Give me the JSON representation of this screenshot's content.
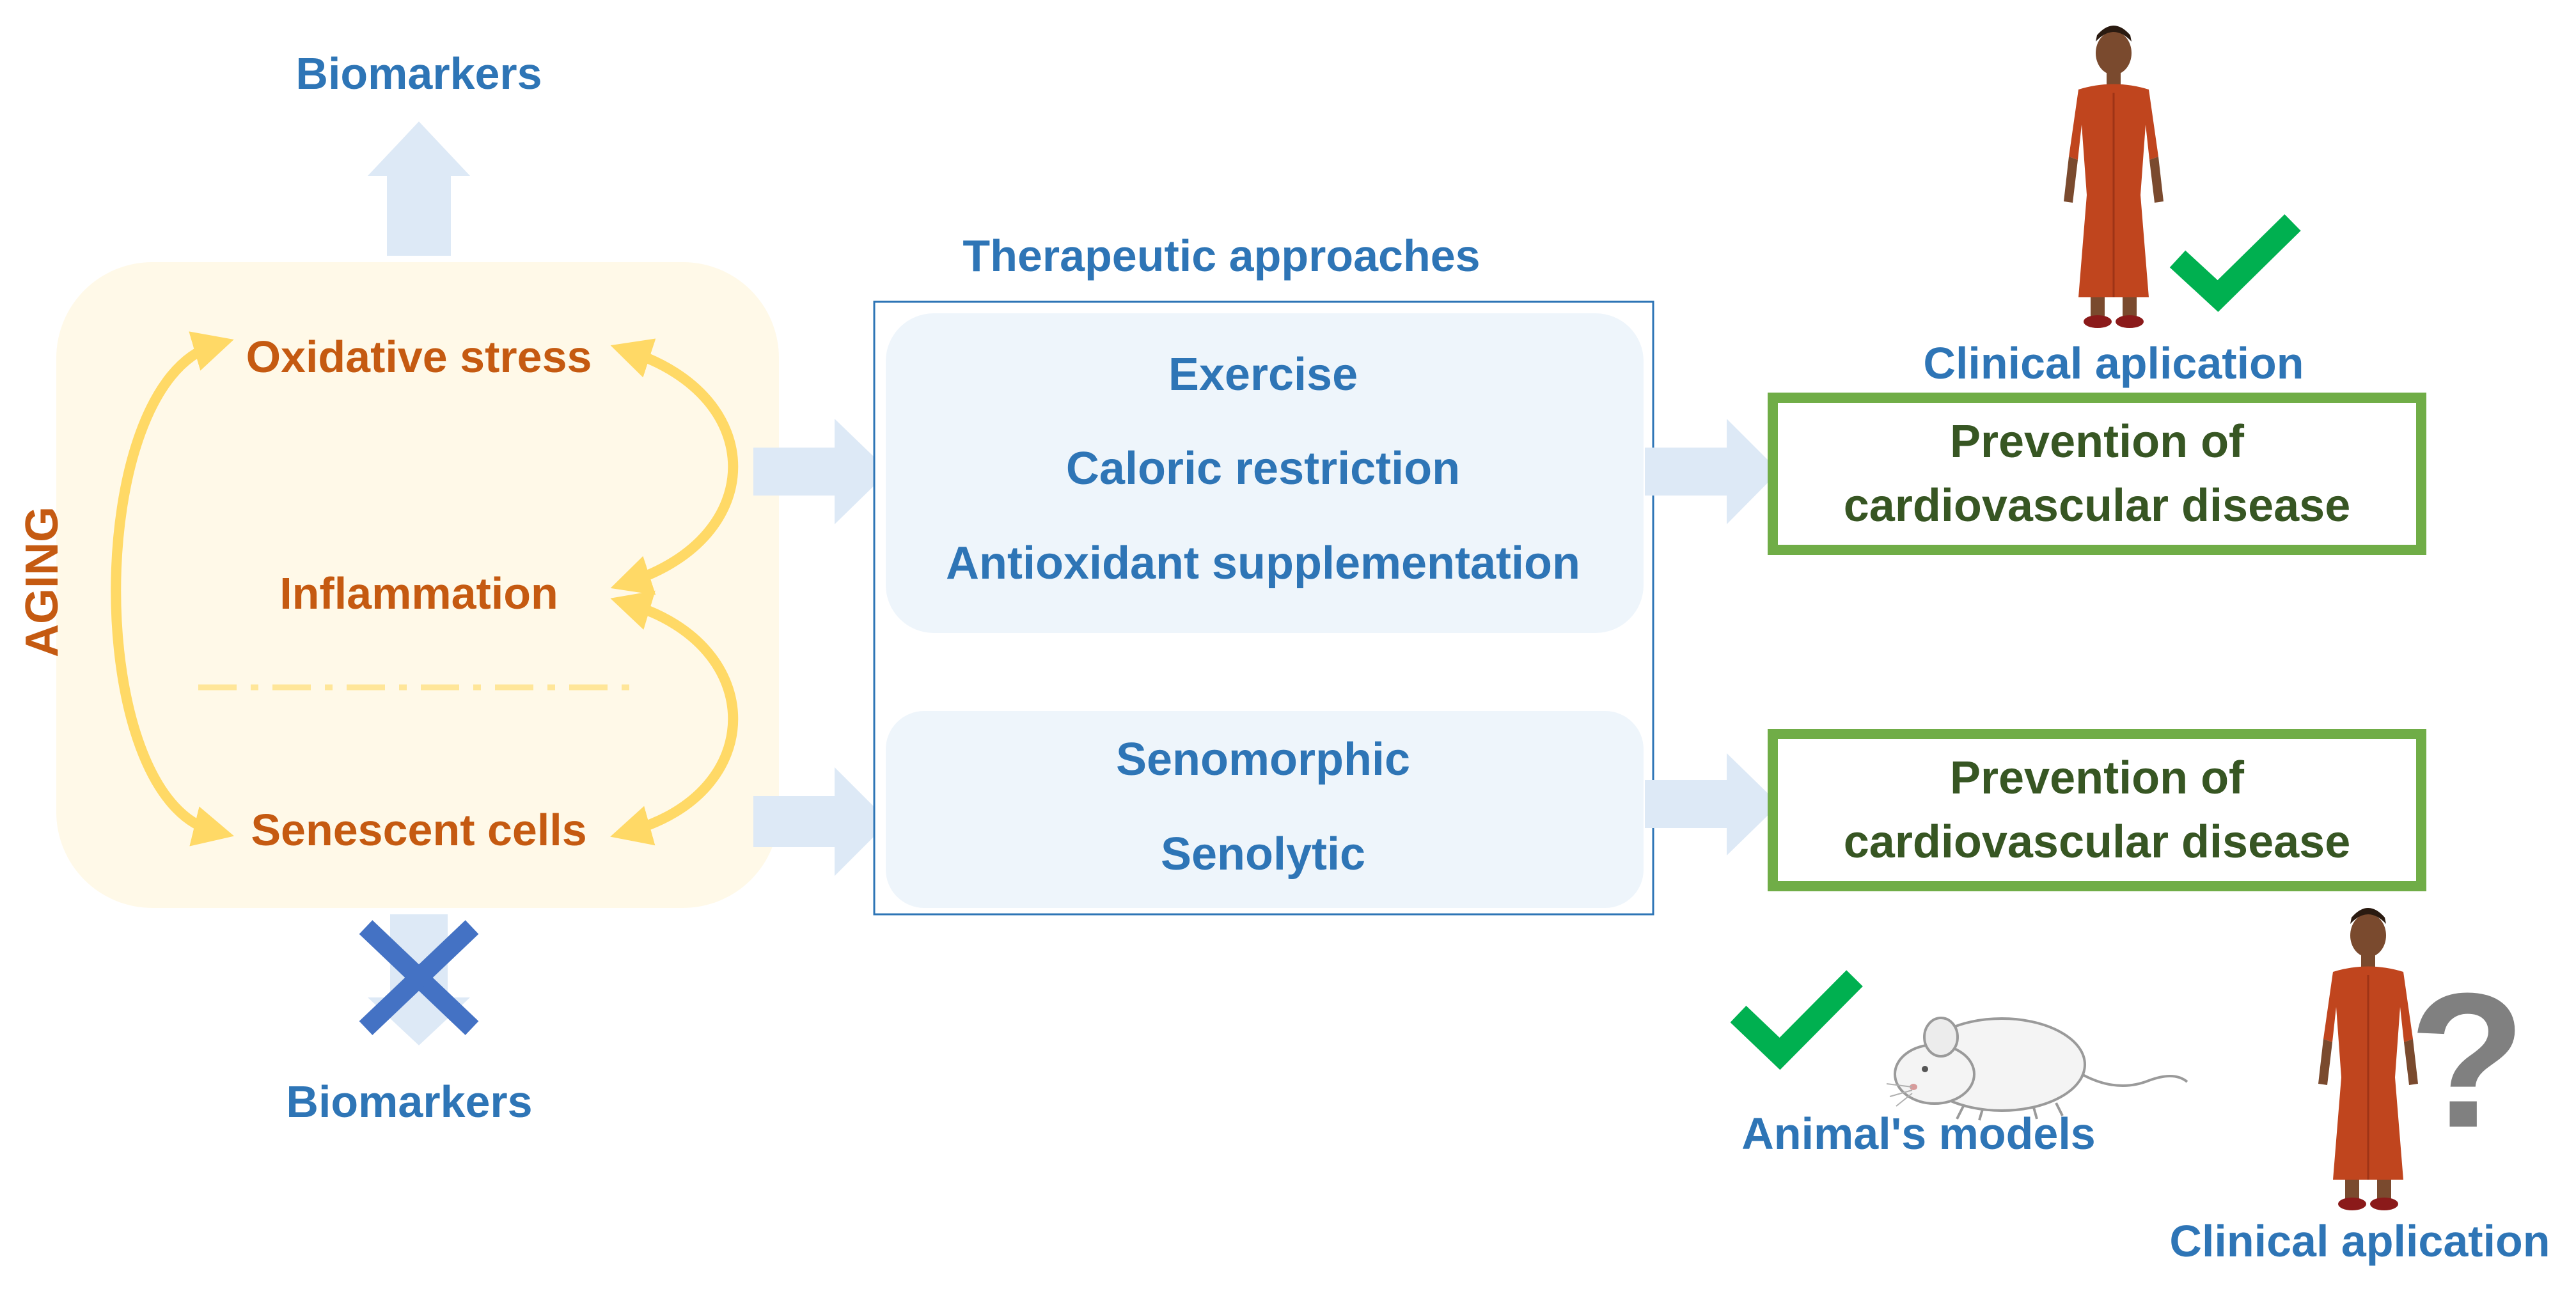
{
  "aging_panel": {
    "side_label": "AGING",
    "items": [
      "Oxidative stress",
      "Inflammation",
      "Senescent cells"
    ],
    "top_output": "Biomarkers",
    "bottom_output": "Biomarkers"
  },
  "therapeutic": {
    "title": "Therapeutic approaches",
    "group_1": [
      "Exercise",
      "Caloric restriction",
      "Antioxidant supplementation"
    ],
    "group_2": [
      "Senomorphic",
      "Senolytic"
    ]
  },
  "outcomes": {
    "upper": {
      "line1": "Prevention of",
      "line2": "cardiovascular disease",
      "caption": "Clinical aplication",
      "status": "check"
    },
    "lower": {
      "line1": "Prevention of",
      "line2": "cardiovascular disease",
      "animal_caption": "Animal's models",
      "clinical_caption": "Clinical aplication",
      "animal_status": "check",
      "clinical_status": "?"
    }
  },
  "icons": {
    "check": "check-icon",
    "cross": "cross-icon",
    "question": "question-mark-icon",
    "person": "person-icon",
    "mouse": "mouse-icon"
  },
  "colors": {
    "blue_text": "#2e75b6",
    "orange_text": "#c55a11",
    "green_text": "#375623",
    "green_border": "#70ad47",
    "check_green": "#00b050",
    "cross_blue": "#4472c4",
    "arrow_fill": "#dde9f6",
    "aging_bg": "#fff9e8",
    "cycle_arrow": "#ffd966",
    "therapy_bg": "#eef5fb",
    "person_dress": "#c0451e",
    "question_gray": "#808080"
  }
}
